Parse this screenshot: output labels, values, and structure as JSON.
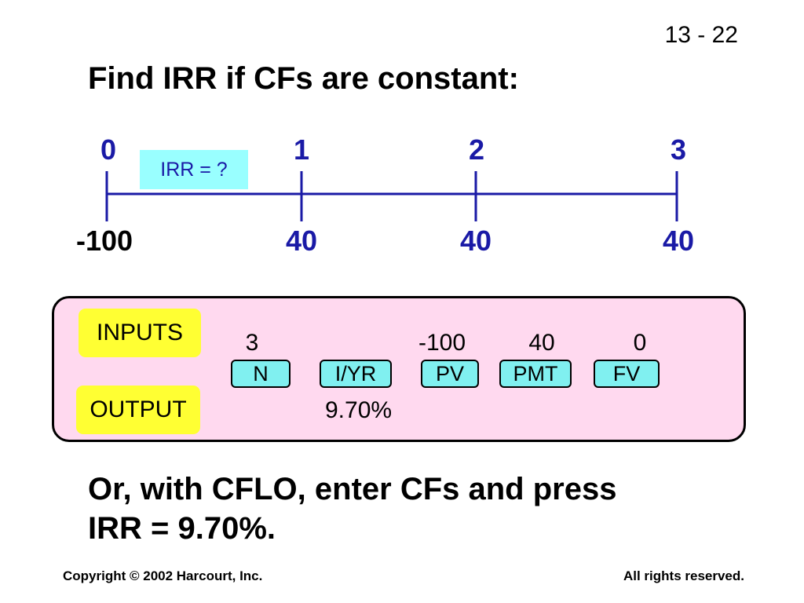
{
  "slide": {
    "number": "13 - 22",
    "title": "Find IRR if CFs are constant:"
  },
  "timeline": {
    "periods": [
      "0",
      "1",
      "2",
      "3"
    ],
    "cash_flows": [
      "-100",
      "40",
      "40",
      "40"
    ],
    "irr_label": "IRR = ?"
  },
  "calculator": {
    "inputs_label": "INPUTS",
    "output_label": "OUTPUT",
    "input_values": {
      "n": "3",
      "pv": "-100",
      "pmt": "40",
      "fv": "0"
    },
    "keys": {
      "n": "N",
      "iyr": "I/YR",
      "pv": "PV",
      "pmt": "PMT",
      "fv": "FV"
    },
    "output_value": "9.70%"
  },
  "note": {
    "line1": "Or, with CFLO, enter CFs and press",
    "line2": "IRR = 9.70%."
  },
  "footer": {
    "copyright": "Copyright © 2002 Harcourt, Inc.",
    "rights": "All rights reserved."
  },
  "colors": {
    "timeline_blue": "#1a1aa6",
    "irr_box": "#99ffff",
    "panel_pink": "#ffd9ef",
    "tag_yellow": "#ffff33",
    "key_cyan": "#80f0f0"
  }
}
